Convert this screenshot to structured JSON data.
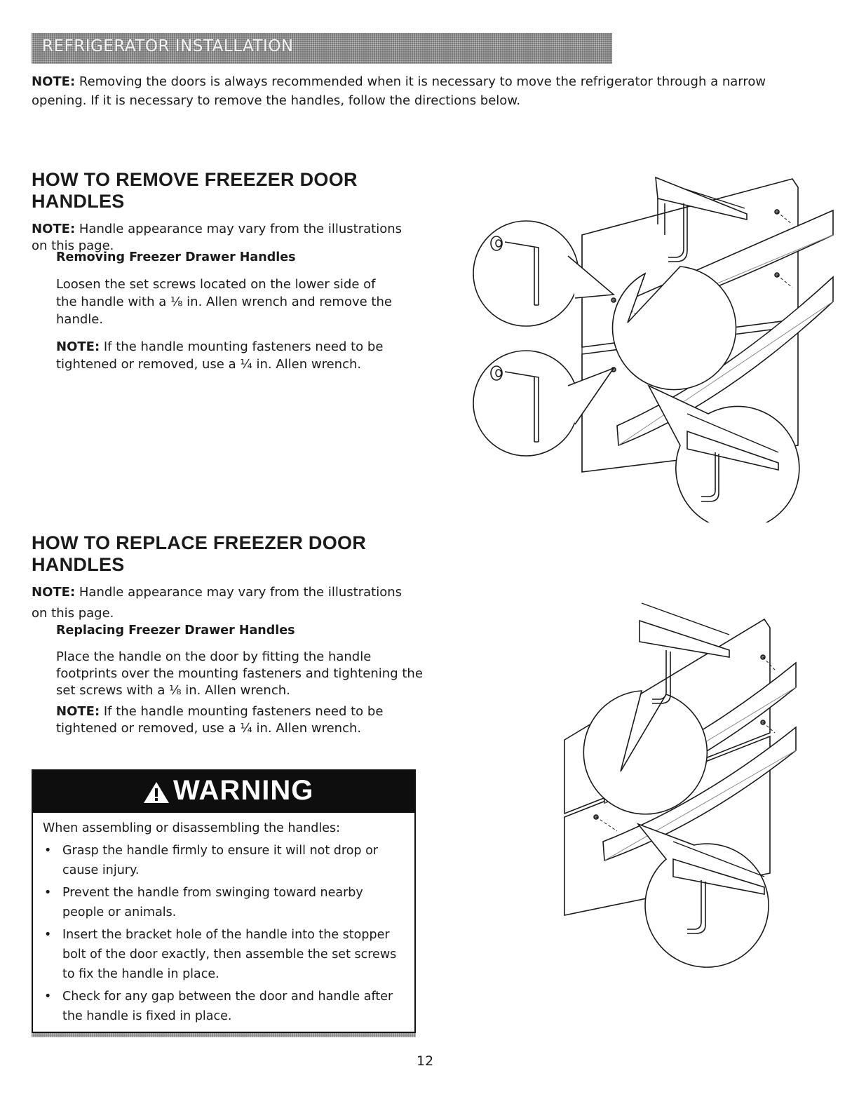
{
  "header": {
    "banner": "REFRIGERATOR INSTALLATION"
  },
  "intro": {
    "note_label": "NOTE:",
    "line1": "Removing the doors is always recommended when it is necessary to move the refrigerator through a narrow",
    "line2": "opening. If it is necessary to remove the handles, follow the directions below."
  },
  "remove": {
    "heading": "HOW TO REMOVE FREEZER DOOR HANDLES",
    "note_label": "NOTE:",
    "note_line1": "Handle appearance may vary from the illustrations",
    "note_line2": "on this page.",
    "subheading": "Removing Freezer Drawer Handles",
    "body_line1": "Loosen the set screws located on the lower side of",
    "body_line2": "the handle with a ⅛ in. Allen wrench and remove the",
    "body_line3": "handle.",
    "note2_label": "NOTE:",
    "note2_line1": "If the handle mounting fasteners need to be",
    "note2_line2": "tightened or removed, use a ¼ in. Allen wrench."
  },
  "replace": {
    "heading": "HOW TO REPLACE FREEZER DOOR HANDLES",
    "note_label": "NOTE:",
    "note_line1": "Handle appearance may vary from the illustrations",
    "note_line2": "on this page.",
    "subheading": "Replacing Freezer Drawer Handles",
    "body_line1": "Place the handle on the door by fitting the handle",
    "body_line2": "footprints over the mounting fasteners and tightening the",
    "body_line3": "set screws with a ⅛ in. Allen wrench.",
    "note2_label": "NOTE:",
    "note2_line1": "If the handle mounting fasteners need to be",
    "note2_line2": "tightened or removed, use a ¼ in. Allen wrench."
  },
  "warning": {
    "title": "WARNING",
    "intro": "When assembling or disassembling the handles:",
    "bullets": [
      {
        "l1": "Grasp the handle firmly to ensure it will not drop or",
        "l2": "cause injury.",
        "l3": ""
      },
      {
        "l1": "Prevent the handle from swinging toward nearby",
        "l2": "people or animals.",
        "l3": ""
      },
      {
        "l1": "Insert the bracket hole of the handle into the stopper",
        "l2": "bolt of the door exactly, then assemble the set screws",
        "l3": "to fix the handle in place."
      },
      {
        "l1": "Check for any gap between the door and handle after",
        "l2": "the handle is fixed in place.",
        "l3": ""
      }
    ]
  },
  "footer": {
    "page_number": "12"
  }
}
